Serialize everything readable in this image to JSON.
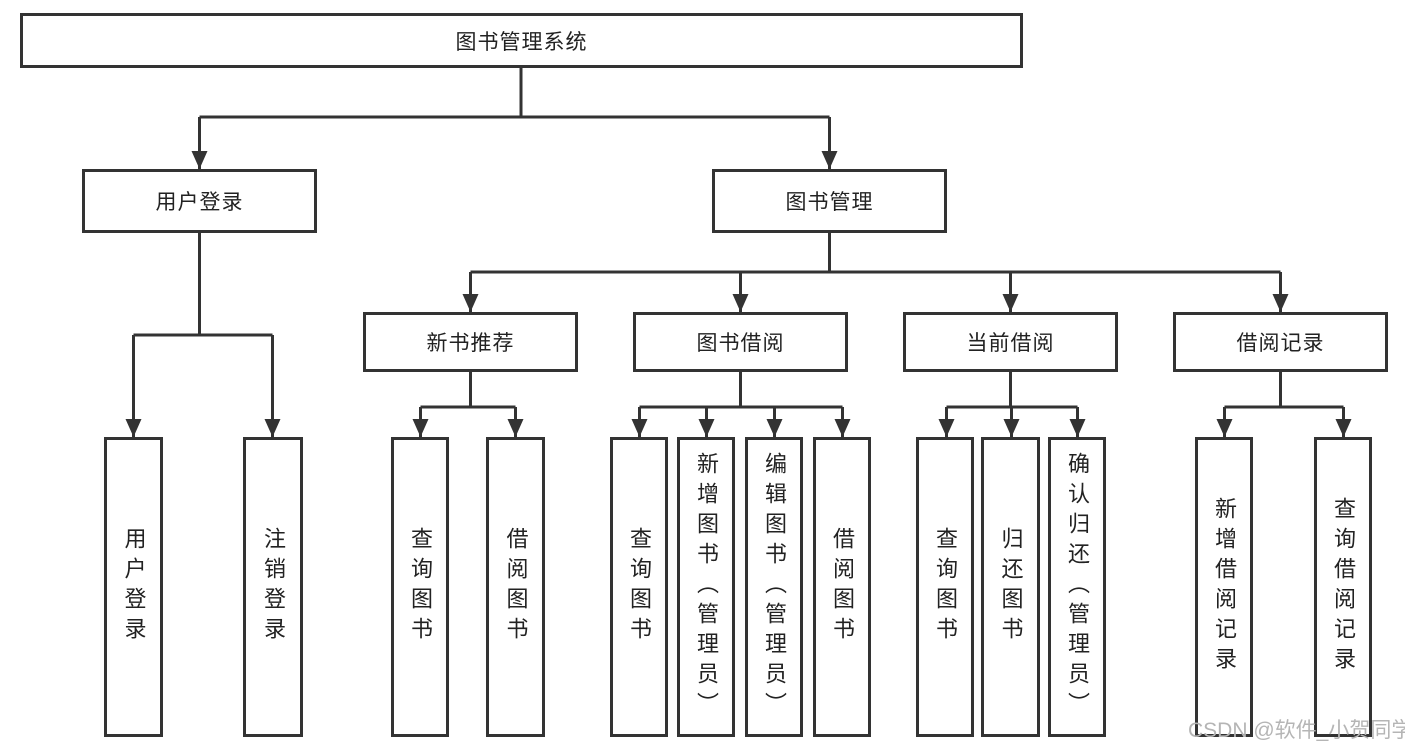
{
  "diagram": {
    "root": {
      "label": "图书管理系统"
    },
    "branches": [
      {
        "label": "用户登录",
        "children": [
          {
            "label": "用户登录"
          },
          {
            "label": "注销登录"
          }
        ]
      },
      {
        "label": "图书管理",
        "children": [
          {
            "label": "新书推荐",
            "children": [
              {
                "label": "查询图书"
              },
              {
                "label": "借阅图书"
              }
            ]
          },
          {
            "label": "图书借阅",
            "children": [
              {
                "label": "查询图书"
              },
              {
                "label": "新增图书（管理员）"
              },
              {
                "label": "编辑图书（管理员）"
              },
              {
                "label": "借阅图书"
              }
            ]
          },
          {
            "label": "当前借阅",
            "children": [
              {
                "label": "查询图书"
              },
              {
                "label": "归还图书"
              },
              {
                "label": "确认归还（管理员）"
              }
            ]
          },
          {
            "label": "借阅记录",
            "children": [
              {
                "label": "新增借阅记录"
              },
              {
                "label": "查询借阅记录"
              }
            ]
          }
        ]
      }
    ],
    "watermark": "CSDN @软件_小贺同学",
    "colors": {
      "line": "#333333",
      "watermark": "#b5b5b5"
    }
  }
}
